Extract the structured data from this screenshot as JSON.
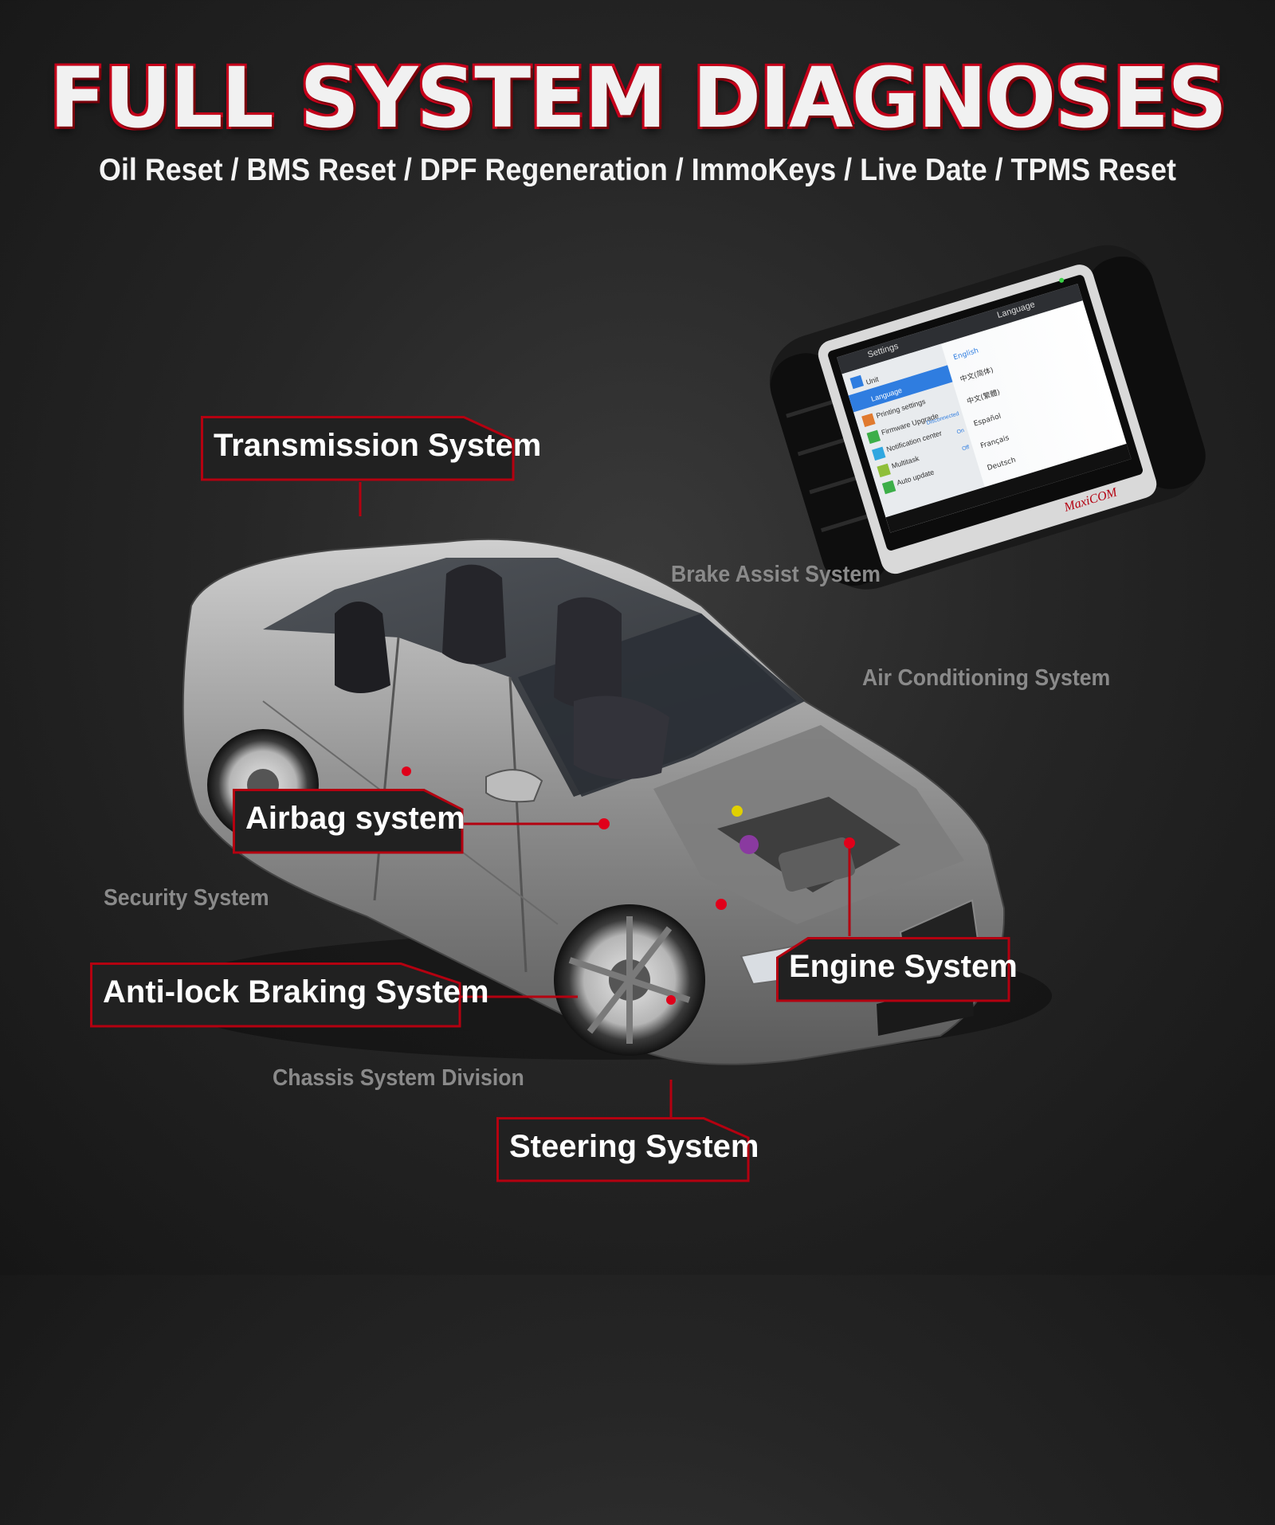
{
  "title": "FULL SYSTEM DIAGNOSES",
  "subtitle": "Oil Reset / BMS Reset / DPF Regeneration / ImmoKeys / Live Date / TPMS Reset",
  "colors": {
    "accent_red": "#b40010",
    "background": "#222222",
    "muted_text": "#8a8a8a"
  },
  "callouts": {
    "transmission": "Transmission System",
    "airbag": "Airbag system",
    "antilock": "Anti-lock Braking System",
    "engine": "Engine System",
    "steering": "Steering System"
  },
  "secondary_labels": {
    "brake_assist": "Brake Assist System",
    "air_conditioning": "Air Conditioning System",
    "security": "Security System",
    "chassis": "Chassis System Division"
  },
  "device": {
    "brand": "MaxiCOM",
    "screen_title": "Settings",
    "panel_title": "Language",
    "menu_items": [
      "Unit",
      "Language",
      "Printing settings",
      "Firmware Upgrade",
      "Notification center",
      "Multitask",
      "Auto update"
    ],
    "menu_values": [
      "",
      "",
      "",
      "Disconnected",
      "On",
      "Off",
      ""
    ],
    "languages": [
      "English",
      "中文(简体)",
      "中文(繁體)",
      "Español",
      "Français",
      "Deutsch"
    ]
  }
}
